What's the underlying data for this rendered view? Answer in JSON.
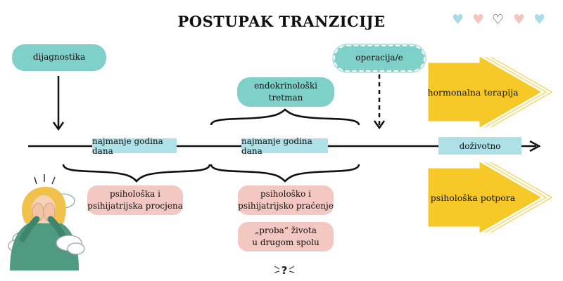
{
  "title": "POSTUPAK TRANZICIJE",
  "colors": {
    "teal": "#7fd0c8",
    "pink": "#f3c8c2",
    "light_blue": "#aee0e8",
    "yellow": "#f7c928",
    "heart_blue": "#a9dde6",
    "heart_pink": "#f4c4bd"
  },
  "hearts": [
    "heart-blue",
    "heart-pink",
    "heart-outline",
    "heart-pink",
    "heart-blue"
  ],
  "top_boxes": {
    "diagnostics": "dijagnostika",
    "endocrine": "endokrinološki tretman",
    "surgery": "operacija/e"
  },
  "timeline_labels": {
    "first": "najmanje godina dana",
    "second": "najmanje godina dana",
    "lifelong": "doživotno"
  },
  "bottom_boxes": {
    "assessment_line1": "psihološka i",
    "assessment_line2": "psihijatrijska procjena",
    "monitoring_line1": "psihološko i",
    "monitoring_line2": "psihijatrijsko praćenje",
    "trial_line1": "„proba“ života",
    "trial_line2": "u drugom spolu"
  },
  "arrows": {
    "hormonal": "hormonalna terapija",
    "psychological": "psihološka potpora"
  },
  "question_mark": "?"
}
